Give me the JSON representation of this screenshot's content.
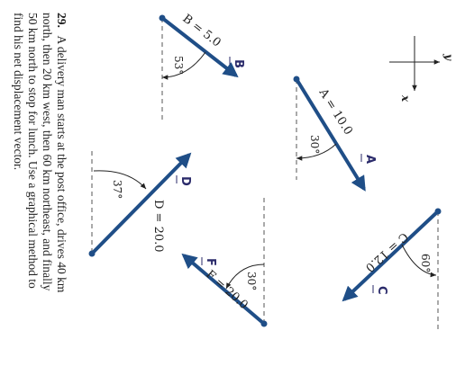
{
  "problem": {
    "number": "29.",
    "lines": [
      "A delivery man starts at the post office, drives 40 km",
      "north, then 20 km west, then 60 km northeast, and finally",
      "50 km north to stop for lunch. Use a graphical method to",
      "find his net displacement vector."
    ]
  },
  "axes": {
    "x_label": "x",
    "y_label": "y"
  },
  "vectors": {
    "A": {
      "symbol": "A",
      "label": "A = 10.0",
      "angle": "30°"
    },
    "B": {
      "symbol": "B",
      "label": "B = 5.0",
      "angle": "53°"
    },
    "C": {
      "symbol": "C",
      "label": "C = 12.0",
      "angle": "60°"
    },
    "D": {
      "symbol": "D",
      "label": "D = 20.0",
      "angle": "37°"
    },
    "F": {
      "symbol": "F",
      "label": "F = 20.0",
      "angle": "30°"
    }
  },
  "colors": {
    "vector": "#1f4e87",
    "text": "#222222"
  }
}
